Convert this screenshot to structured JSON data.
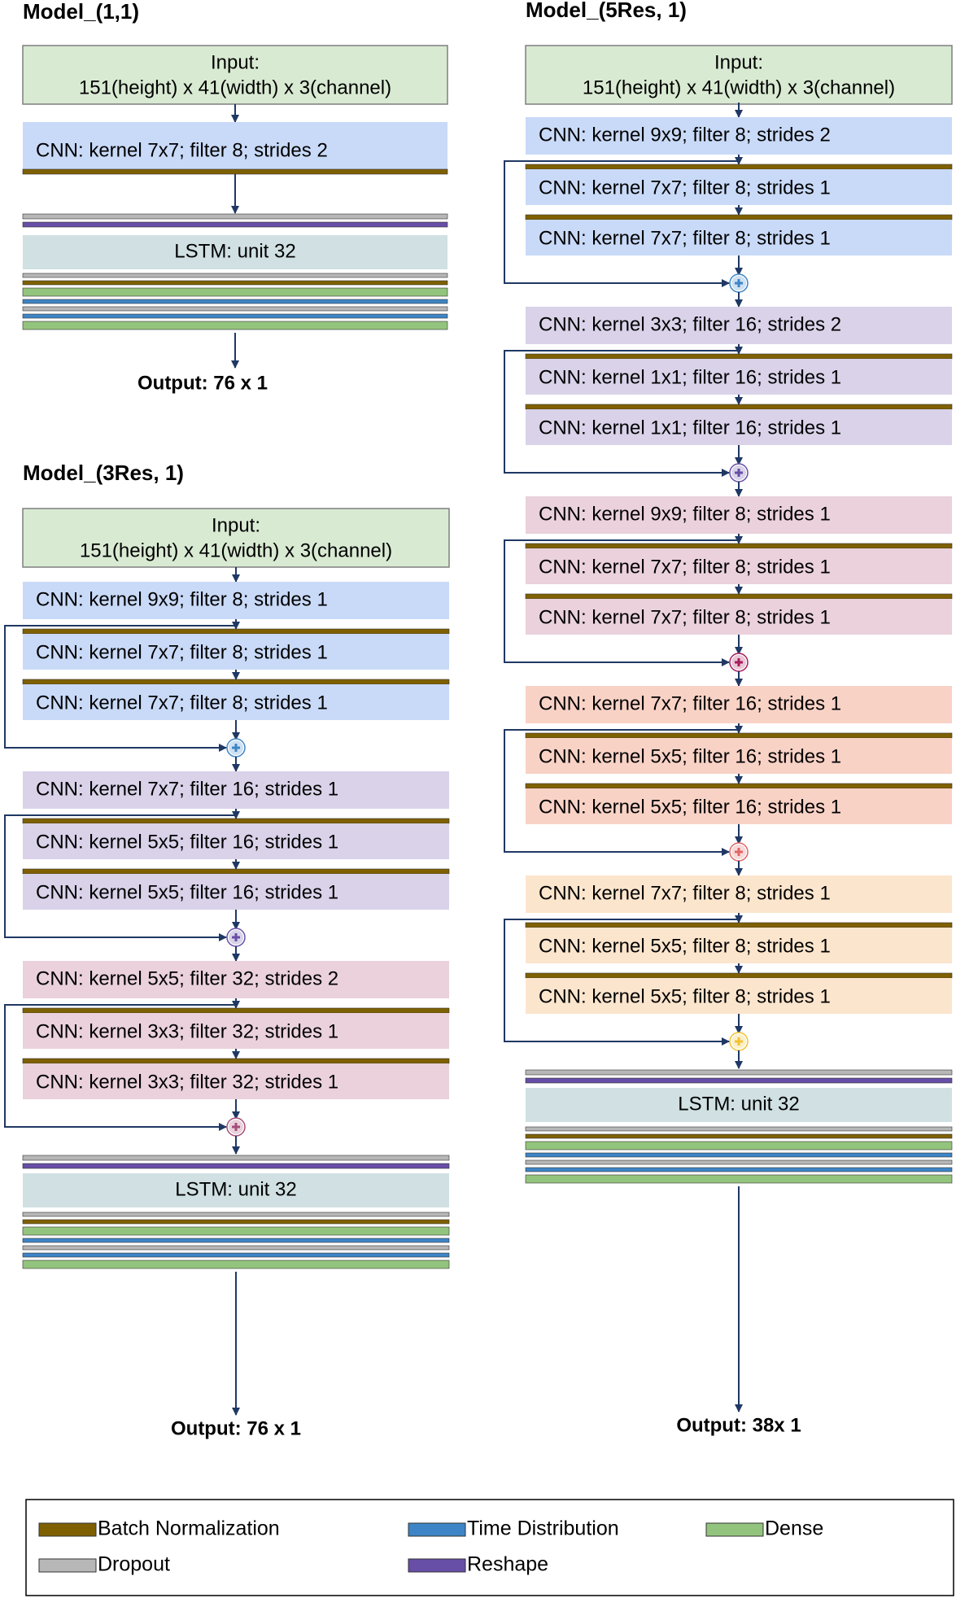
{
  "models": [
    {
      "title": "Model_(1,1)",
      "input_line1": "Input:",
      "input_line2": "151(height) x 41(width) x 3(channel)",
      "blocks": [
        {
          "label": "CNN: kernel 7x7; filter 8; strides 2",
          "color": "#c9daf8"
        }
      ],
      "lstm_label": "LSTM: unit 32",
      "dense_stack": [
        "dropout",
        "batchnorm",
        "dense",
        "timedist",
        "dropout",
        "timedist",
        "dense"
      ],
      "output_label": "Output: 76 x 1"
    },
    {
      "title": "Model_(3Res, 1)",
      "input_line1": "Input:",
      "input_line2": "151(height) x 41(width) x 3(channel)",
      "res_blocks": [
        {
          "color": "#c9daf8",
          "plus_color": "#3d85c6",
          "labels": [
            "CNN: kernel 9x9; filter 8; strides 1",
            "CNN: kernel 7x7; filter 8; strides 1",
            "CNN: kernel 7x7; filter 8; strides 1"
          ]
        },
        {
          "color": "#d9d2e9",
          "plus_color": "#674ea7",
          "labels": [
            "CNN: kernel 7x7; filter 16; strides 1",
            "CNN: kernel 5x5; filter 16; strides 1",
            "CNN: kernel 5x5; filter 16; strides 1"
          ]
        },
        {
          "color": "#ead1dc",
          "plus_color": "#a64d79",
          "labels": [
            "CNN: kernel 5x5; filter 32; strides 2",
            "CNN: kernel 3x3; filter 32; strides 1",
            "CNN: kernel 3x3; filter 32; strides 1"
          ]
        }
      ],
      "lstm_label": "LSTM: unit 32",
      "dense_stack": [
        "dropout",
        "batchnorm",
        "dense",
        "timedist",
        "dropout",
        "timedist",
        "dense"
      ],
      "output_label": "Output: 76 x 1"
    },
    {
      "title": "Model_(5Res, 1)",
      "input_line1": "Input:",
      "input_line2": "151(height) x 41(width) x 3(channel)",
      "res_blocks": [
        {
          "color": "#c9daf8",
          "plus_color": "#3d85c6",
          "labels": [
            "CNN: kernel 9x9; filter 8; strides 2",
            "CNN: kernel 7x7; filter 8; strides 1",
            "CNN: kernel 7x7; filter 8; strides 1"
          ]
        },
        {
          "color": "#d9d2e9",
          "plus_color": "#674ea7",
          "labels": [
            "CNN: kernel 3x3; filter 16; strides 2",
            "CNN: kernel 1x1; filter 16; strides 1",
            "CNN: kernel 1x1; filter 16; strides 1"
          ]
        },
        {
          "color": "#ead1dc",
          "plus_color": "#a61c5c",
          "labels": [
            "CNN: kernel 9x9; filter 8; strides 1",
            "CNN: kernel 7x7; filter 8; strides 1",
            "CNN: kernel 7x7; filter 8; strides 1"
          ]
        },
        {
          "color": "#f9d2c6",
          "plus_color": "#e06666",
          "labels": [
            "CNN: kernel 7x7; filter 16; strides 1",
            "CNN: kernel 5x5; filter 16; strides 1",
            "CNN: kernel 5x5; filter 16; strides 1"
          ]
        },
        {
          "color": "#fce5cd",
          "plus_color": "#f1c232",
          "labels": [
            "CNN: kernel 7x7; filter 8; strides 1",
            "CNN: kernel 5x5; filter 8; strides 1",
            "CNN: kernel 5x5; filter 8; strides 1"
          ]
        }
      ],
      "lstm_label": "LSTM: unit 32",
      "dense_stack": [
        "dropout",
        "batchnorm",
        "dense",
        "timedist",
        "dropout",
        "timedist",
        "dense"
      ],
      "output_label": "Output: 38x 1"
    }
  ],
  "legend": [
    {
      "label": "Batch Normalization",
      "key": "batchnorm"
    },
    {
      "label": "Time Distribution",
      "key": "timedist"
    },
    {
      "label": "Dense",
      "key": "dense"
    },
    {
      "label": "Dropout",
      "key": "dropout"
    },
    {
      "label": "Reshape",
      "key": "reshape"
    }
  ],
  "colors": {
    "input_fill": "#d9ead3",
    "input_stroke": "#7f7f7f",
    "lstm_fill": "#d0e0e3",
    "batchnorm": "#7f6000",
    "dropout": "#b7b7b7",
    "dense": "#93c47d",
    "timedist": "#3d85c6",
    "reshape": "#674ea7",
    "arrow": "#1f3864",
    "text": "#000000"
  }
}
